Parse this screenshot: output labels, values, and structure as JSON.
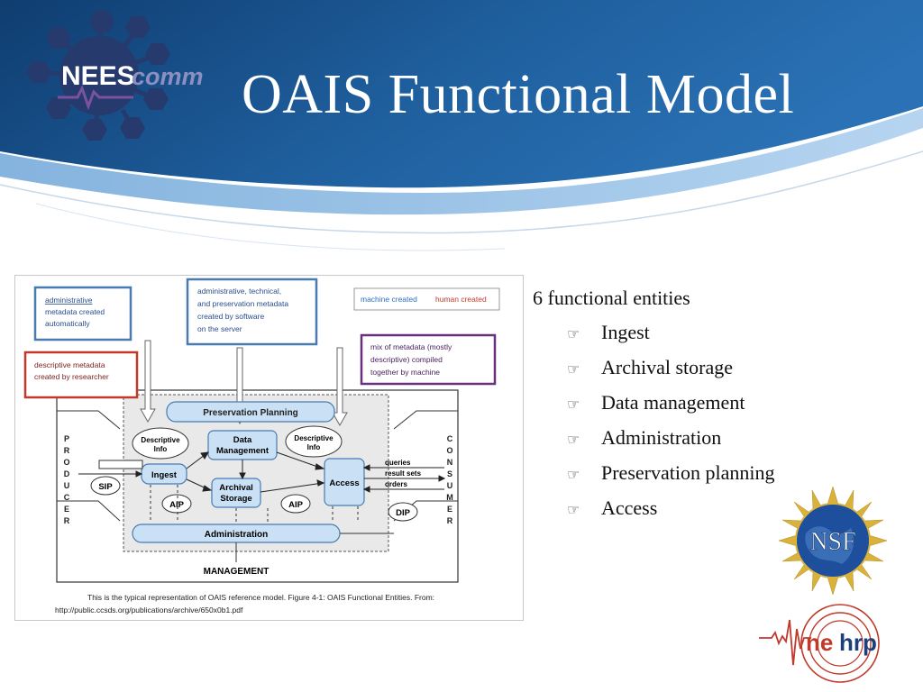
{
  "slide": {
    "title": "OAIS Functional Model"
  },
  "logo": {
    "text_nees": "NEES",
    "text_comm": "comm"
  },
  "bullets": {
    "lead": "6 functional entities",
    "items": [
      "Ingest",
      "Archival storage",
      "Data management",
      "Administration",
      "Preservation planning",
      "Access"
    ]
  },
  "figure": {
    "callouts": {
      "admin_auto": [
        "administrative",
        "metadata created",
        "automatically"
      ],
      "admin_technical": [
        "administrative, technical,",
        "and preservation metadata",
        "created by software",
        "on the server"
      ],
      "legend_machine": "machine created",
      "legend_human": "human created",
      "descriptive": [
        "descriptive metadata",
        "created by  researcher"
      ],
      "mix": [
        "mix of metadata (mostly",
        "descriptive) compiled",
        "together by machine"
      ]
    },
    "producer_letters": [
      "P",
      "R",
      "O",
      "D",
      "U",
      "C",
      "E",
      "R"
    ],
    "consumer_letters": [
      "C",
      "O",
      "N",
      "S",
      "U",
      "M",
      "E",
      "R"
    ],
    "boxes": {
      "preservation_planning": "Preservation Planning",
      "data_management": [
        "Data",
        "Management"
      ],
      "ingest": "Ingest",
      "archival_storage": [
        "Archival",
        "Storage"
      ],
      "access": "Access",
      "administration": "Administration",
      "management": "MANAGEMENT"
    },
    "ovals": {
      "descriptive_info_left": [
        "Descriptive",
        "Info"
      ],
      "descriptive_info_right": [
        "Descriptive",
        "Info"
      ],
      "sip": "SIP",
      "aip_left": "AIP",
      "aip_right": "AIP",
      "dip": "DIP"
    },
    "flows": [
      "queries",
      "result sets",
      "orders"
    ],
    "caption_line1": "This is the typical representation of OAIS reference model.  Figure 4-1: OAIS Functional Entities. From:",
    "caption_line2": "http://public.ccsds.org/publications/archive/650x0b1.pdf"
  },
  "badges": {
    "nsf": "NSF",
    "nehrp_ne": "ne",
    "nehrp_hrp": "hrp"
  },
  "colors": {
    "header_blue": "#1f5f9e",
    "header_dark": "#0f3d70",
    "box_fill": "#c9e0f5",
    "box_stroke": "#4a7bb0",
    "red": "#c0392b",
    "purple": "#6a2f7a"
  }
}
